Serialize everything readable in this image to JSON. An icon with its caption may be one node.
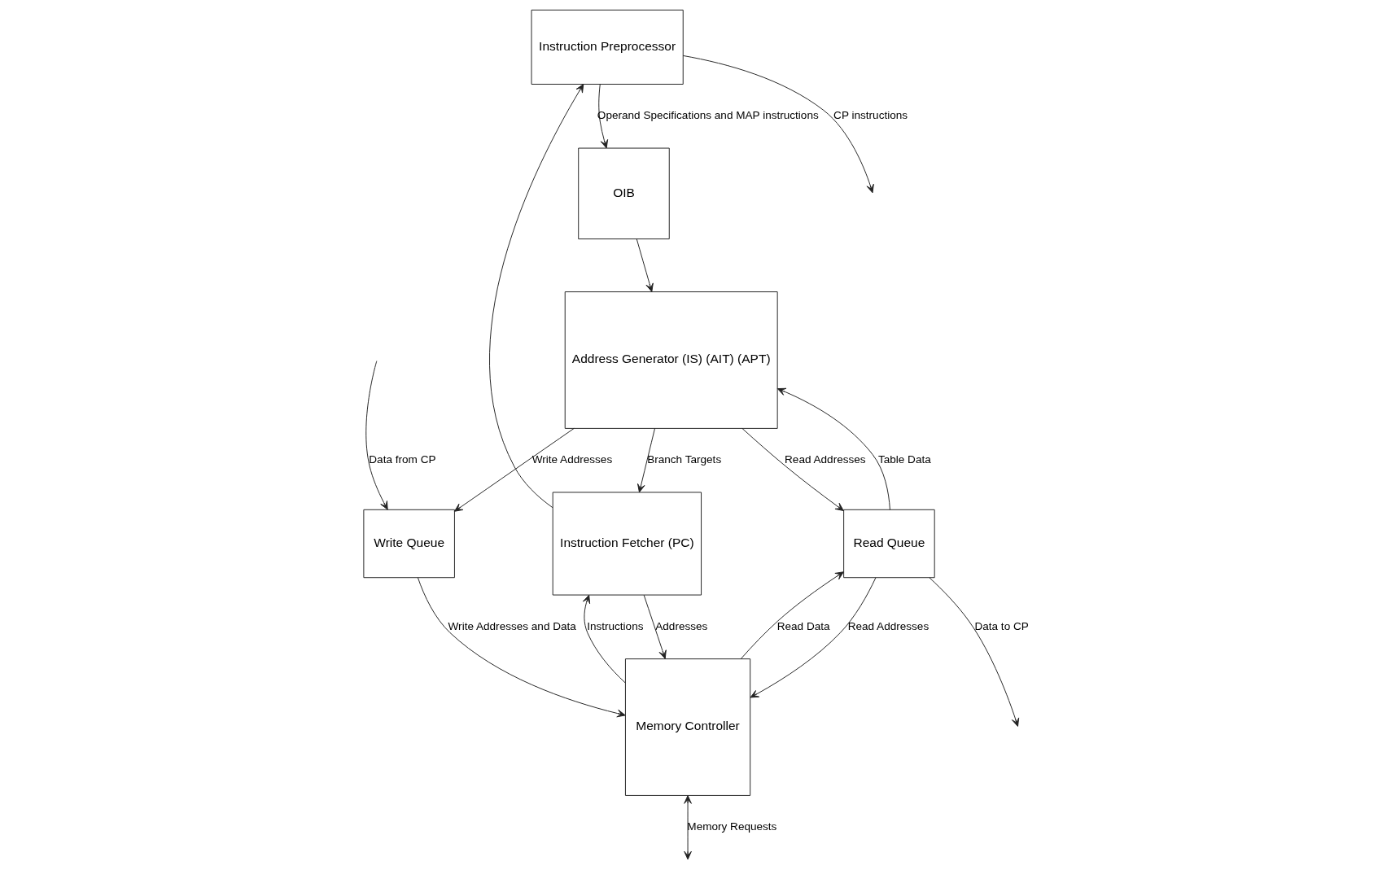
{
  "diagram": {
    "nodes": [
      {
        "text": [
          "Instruction Preprocessor"
        ]
      },
      {
        "text": [
          "Instruction Fetcher (PC)"
        ]
      },
      {
        "text": [
          "OIB"
        ]
      },
      {
        "text": [
          "Address Generator (IS) (AIT) (APT)"
        ]
      },
      {
        "text": [
          "Read Queue"
        ]
      },
      {
        "text": [
          "Memory Controller"
        ]
      },
      {
        "text": [
          "Write Queue"
        ]
      }
    ],
    "edges": [
      {
        "from": 0,
        "to": null,
        "arrow": "to",
        "label": "CP instructions"
      },
      {
        "from": 1,
        "to": 0,
        "arrow": "to"
      },
      {
        "from": 0,
        "to": 2,
        "arrow": "to",
        "label": "Operand Specifications and MAP instructions"
      },
      {
        "from": 2,
        "to": 3,
        "arrow": "to"
      },
      {
        "from": 3,
        "to": 1,
        "arrow": "to",
        "label": "Branch Targets"
      },
      {
        "from": 1,
        "to": 5,
        "arrow": "to",
        "label": "Addresses"
      },
      {
        "from": 5,
        "to": 1,
        "arrow": "to",
        "label": "Instructions"
      },
      {
        "from": 3,
        "to": 4,
        "arrow": "to",
        "label": "Read Addresses"
      },
      {
        "from": 3,
        "to": 6,
        "arrow": "to",
        "label": "Write Addresses"
      },
      {
        "from": 4,
        "to": 5,
        "arrow": "to",
        "label": "Read Addresses"
      },
      {
        "from": 5,
        "to": 4,
        "arrow": "to",
        "label": "Read Data"
      },
      {
        "from": 4,
        "to": null,
        "arrow": "to",
        "label": "Data to CP"
      },
      {
        "from": 4,
        "to": 3,
        "arrow": "to",
        "label": "Table Data"
      },
      {
        "from": null,
        "to": 6,
        "arrow": "to",
        "label": "Data from CP"
      },
      {
        "from": 6,
        "to": 5,
        "arrow": "to",
        "label": "Write Addresses and Data"
      },
      {
        "from": 5,
        "to": null,
        "arrow": "both",
        "label": "Memory Requests"
      }
    ]
  }
}
